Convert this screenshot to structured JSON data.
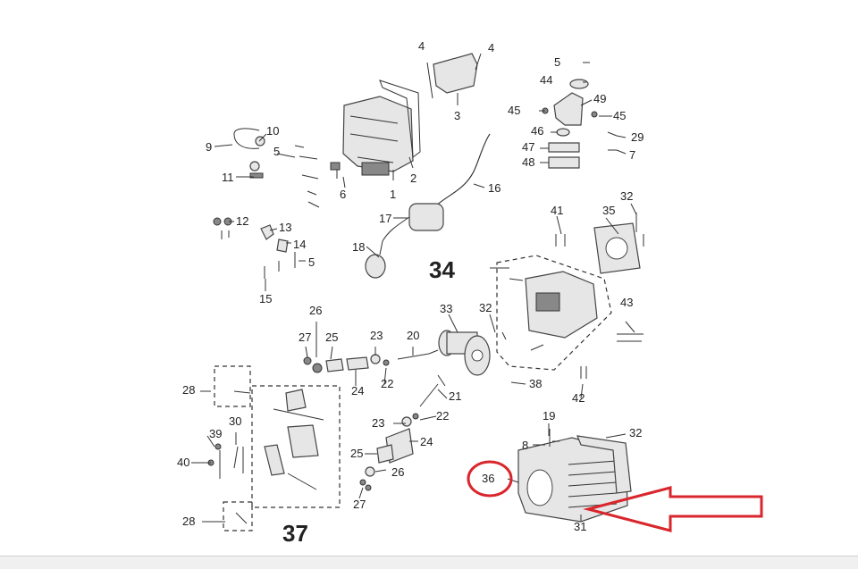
{
  "labels": {
    "l1": "1",
    "l2": "2",
    "l3": "3",
    "l4a": "4",
    "l4b": "4",
    "l5a": "5",
    "l5b": "5",
    "l5c": "5",
    "l6": "6",
    "l7": "7",
    "l8": "8",
    "l9": "9",
    "l10": "10",
    "l11": "11",
    "l12": "12",
    "l13": "13",
    "l14": "14",
    "l15": "15",
    "l16": "16",
    "l17": "17",
    "l18": "18",
    "l19": "19",
    "l20": "20",
    "l21": "21",
    "l22a": "22",
    "l22b": "22",
    "l23a": "23",
    "l23b": "23",
    "l24a": "24",
    "l24b": "24",
    "l25a": "25",
    "l25b": "25",
    "l26a": "26",
    "l26b": "26",
    "l27a": "27",
    "l27b": "27",
    "l28a": "28",
    "l28b": "28",
    "l29": "29",
    "l30": "30",
    "l31": "31",
    "l32a": "32",
    "l32b": "32",
    "l32c": "32",
    "l33": "33",
    "l34": "34",
    "l35": "35",
    "l36": "36",
    "l37": "37",
    "l38": "38",
    "l39": "39",
    "l40": "40",
    "l41": "41",
    "l42": "42",
    "l43": "43",
    "l44": "44",
    "l45a": "45",
    "l45b": "45",
    "l46": "46",
    "l47": "47",
    "l48": "48",
    "l49": "49"
  },
  "highlight": {
    "circle_color": "#d9262c",
    "arrow_color": "#d9262c"
  }
}
